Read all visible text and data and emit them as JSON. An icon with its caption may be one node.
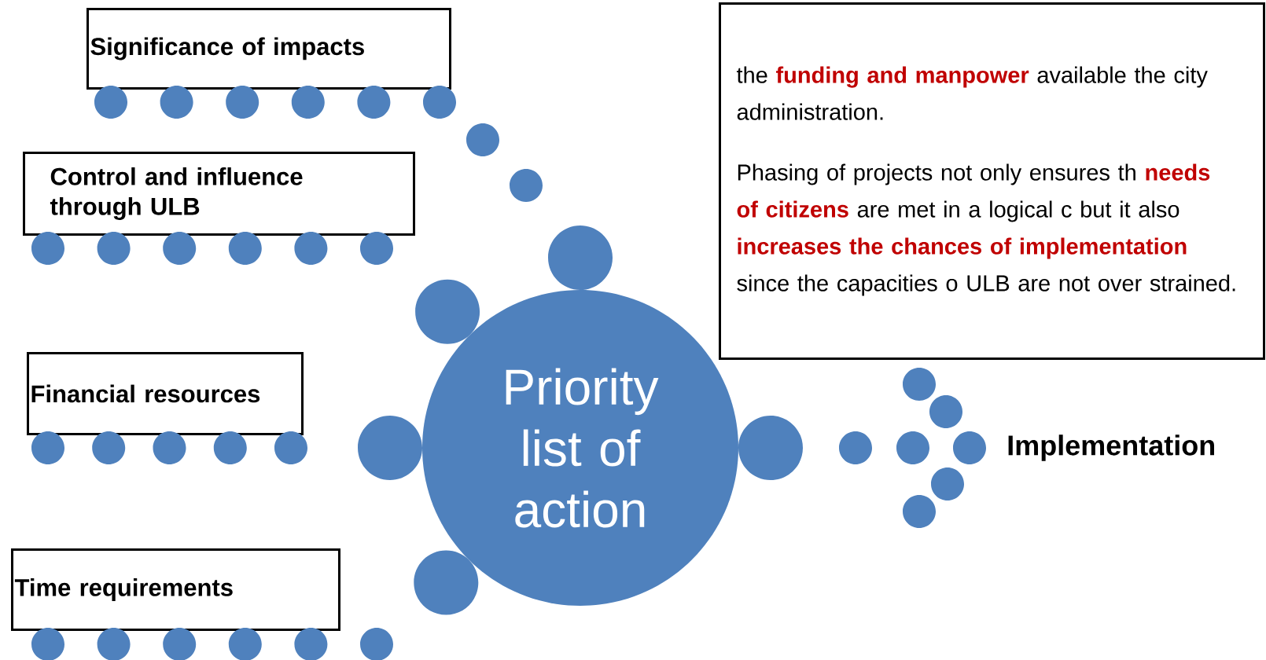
{
  "diagram": {
    "nodes": [
      {
        "text": [
          "Significance of impacts"
        ]
      },
      {
        "text": [
          "Control and influence through ULB"
        ]
      },
      {
        "text": [
          "Financial resources"
        ]
      },
      {
        "text": [
          "Time requirements"
        ]
      },
      {
        "text": [
          "Priority list of action"
        ]
      },
      {
        "text": [
          "the **funding and manpower** available the city administration.",
          "Phasing of projects not only ensures th **needs of citizens** are met in a logical c but it also **increases the chances of implementation** since the capacities o ULB are not over strained."
        ]
      },
      {
        "text": [
          "Implementation"
        ]
      }
    ]
  }
}
